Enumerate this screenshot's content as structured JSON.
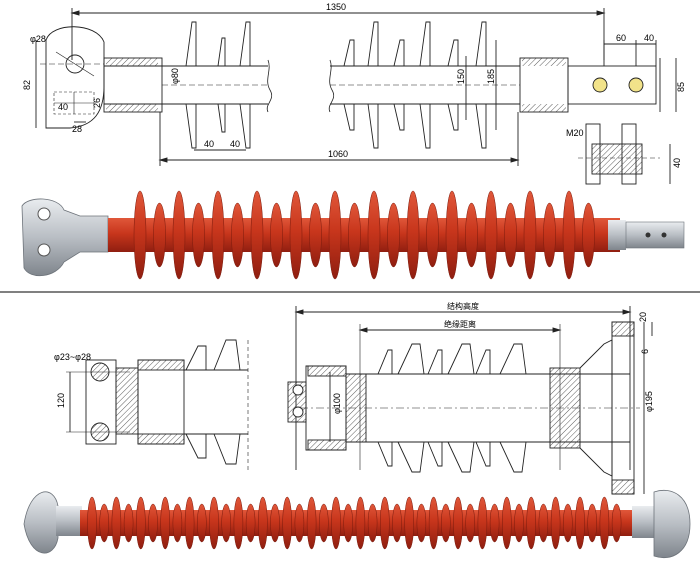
{
  "top_drawing": {
    "dims": {
      "overall_length": "1350",
      "eye_diameter": "φ28",
      "end_height": "82",
      "hole_spacing": "40",
      "hole_dim_a": "26",
      "hole_dim_b": "28",
      "core_diameter": "φ80",
      "shed_diameter": "150",
      "big_shed_diameter": "185",
      "shed_pitch_a": "40",
      "shed_pitch_b": "40",
      "insulation_length": "1060",
      "fitting_len": "60",
      "fitting_end": "40",
      "fitting_height": "85",
      "bolt": "M20",
      "plate_thickness": "40"
    }
  },
  "bottom_drawing": {
    "dims": {
      "hole_diameters": "φ23~φ28",
      "bolt_spacing": "120",
      "structure_height": "结构高度",
      "insulation_distance": "绝缘距离",
      "core_diameter": "φ100",
      "flange_thickness": "20",
      "flange_diameter": "φ195",
      "flange_step": "6"
    }
  },
  "colors": {
    "rubber": "#c8361c",
    "rubber_dark": "#8f1e10",
    "metal": "#b9bec4",
    "line": "#222222"
  }
}
